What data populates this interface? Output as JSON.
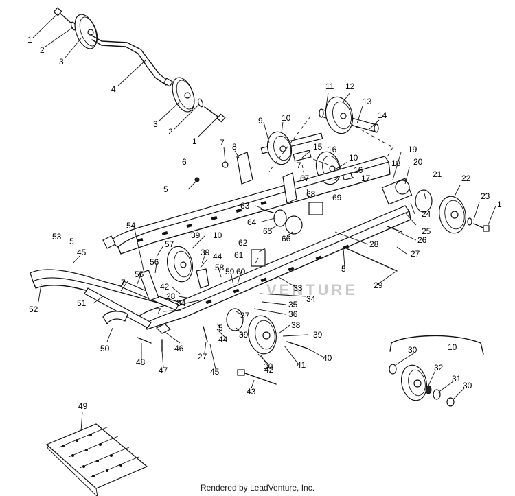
{
  "watermark": "VENTURE",
  "footer": "Rendered by LeadVenture, Inc.",
  "callouts": [
    {
      "id": "c1a",
      "text": "1"
    },
    {
      "id": "c2a",
      "text": "2"
    },
    {
      "id": "c3a",
      "text": "3"
    },
    {
      "id": "c4",
      "text": "4"
    },
    {
      "id": "c3b",
      "text": "3"
    },
    {
      "id": "c2b",
      "text": "2"
    },
    {
      "id": "c1b",
      "text": "1"
    },
    {
      "id": "c11",
      "text": "11"
    },
    {
      "id": "c12",
      "text": "12"
    },
    {
      "id": "c13",
      "text": "13"
    },
    {
      "id": "c14",
      "text": "14"
    },
    {
      "id": "c9",
      "text": "9"
    },
    {
      "id": "c10a",
      "text": "10"
    },
    {
      "id": "c7a",
      "text": "7"
    },
    {
      "id": "c8",
      "text": "8"
    },
    {
      "id": "c15",
      "text": "15"
    },
    {
      "id": "c16a",
      "text": "16"
    },
    {
      "id": "c10b",
      "text": "10"
    },
    {
      "id": "c16b",
      "text": "16"
    },
    {
      "id": "c19",
      "text": "19"
    },
    {
      "id": "c6",
      "text": "6"
    },
    {
      "id": "c7b",
      "text": "7"
    },
    {
      "id": "c17",
      "text": "17"
    },
    {
      "id": "c18",
      "text": "18"
    },
    {
      "id": "c20",
      "text": "20"
    },
    {
      "id": "c5a",
      "text": "5"
    },
    {
      "id": "c67",
      "text": "67"
    },
    {
      "id": "c68",
      "text": "68"
    },
    {
      "id": "c21",
      "text": "21"
    },
    {
      "id": "c22",
      "text": "22"
    },
    {
      "id": "c69",
      "text": "69"
    },
    {
      "id": "c23",
      "text": "23"
    },
    {
      "id": "c1c",
      "text": "1"
    },
    {
      "id": "c63",
      "text": "63"
    },
    {
      "id": "c24",
      "text": "24"
    },
    {
      "id": "c64",
      "text": "64"
    },
    {
      "id": "c25",
      "text": "25"
    },
    {
      "id": "c65",
      "text": "65"
    },
    {
      "id": "c54",
      "text": "54"
    },
    {
      "id": "c66",
      "text": "66"
    },
    {
      "id": "c26",
      "text": "26"
    },
    {
      "id": "c10c",
      "text": "10"
    },
    {
      "id": "c39a",
      "text": "39"
    },
    {
      "id": "c53",
      "text": "53"
    },
    {
      "id": "c5b",
      "text": "5"
    },
    {
      "id": "c62",
      "text": "62"
    },
    {
      "id": "c28a",
      "text": "28"
    },
    {
      "id": "c57",
      "text": "57"
    },
    {
      "id": "c27a",
      "text": "27"
    },
    {
      "id": "c45a",
      "text": "45"
    },
    {
      "id": "c61",
      "text": "61"
    },
    {
      "id": "c39b",
      "text": "39"
    },
    {
      "id": "c44a",
      "text": "44"
    },
    {
      "id": "c56",
      "text": "56"
    },
    {
      "id": "c58",
      "text": "58"
    },
    {
      "id": "c5c",
      "text": "5"
    },
    {
      "id": "c29",
      "text": "29"
    },
    {
      "id": "c59",
      "text": "59"
    },
    {
      "id": "c60",
      "text": "60"
    },
    {
      "id": "c33",
      "text": "33"
    },
    {
      "id": "c55",
      "text": "55"
    },
    {
      "id": "c42a",
      "text": "42"
    },
    {
      "id": "c52",
      "text": "52"
    },
    {
      "id": "c7c",
      "text": "7"
    },
    {
      "id": "c28b",
      "text": "28"
    },
    {
      "id": "c34a",
      "text": "34"
    },
    {
      "id": "c34b",
      "text": "34"
    },
    {
      "id": "c51",
      "text": "51"
    },
    {
      "id": "c35",
      "text": "35"
    },
    {
      "id": "c7d",
      "text": "7"
    },
    {
      "id": "c36",
      "text": "36"
    },
    {
      "id": "c37",
      "text": "37"
    },
    {
      "id": "c38",
      "text": "38"
    },
    {
      "id": "c5d",
      "text": "5"
    },
    {
      "id": "c44b",
      "text": "44"
    },
    {
      "id": "c39c",
      "text": "39"
    },
    {
      "id": "c50",
      "text": "50"
    },
    {
      "id": "c46",
      "text": "46"
    },
    {
      "id": "c27b",
      "text": "27"
    },
    {
      "id": "c39d",
      "text": "39"
    },
    {
      "id": "c10d",
      "text": "10"
    },
    {
      "id": "c41",
      "text": "41"
    },
    {
      "id": "c40",
      "text": "40"
    },
    {
      "id": "c48",
      "text": "48"
    },
    {
      "id": "c47",
      "text": "47"
    },
    {
      "id": "c45b",
      "text": "45"
    },
    {
      "id": "c42b",
      "text": "42"
    },
    {
      "id": "c43",
      "text": "43"
    },
    {
      "id": "c10e",
      "text": "10"
    },
    {
      "id": "c30a",
      "text": "30"
    },
    {
      "id": "c32",
      "text": "32"
    },
    {
      "id": "c31",
      "text": "31"
    },
    {
      "id": "c30b",
      "text": "30"
    },
    {
      "id": "c49",
      "text": "49"
    }
  ]
}
